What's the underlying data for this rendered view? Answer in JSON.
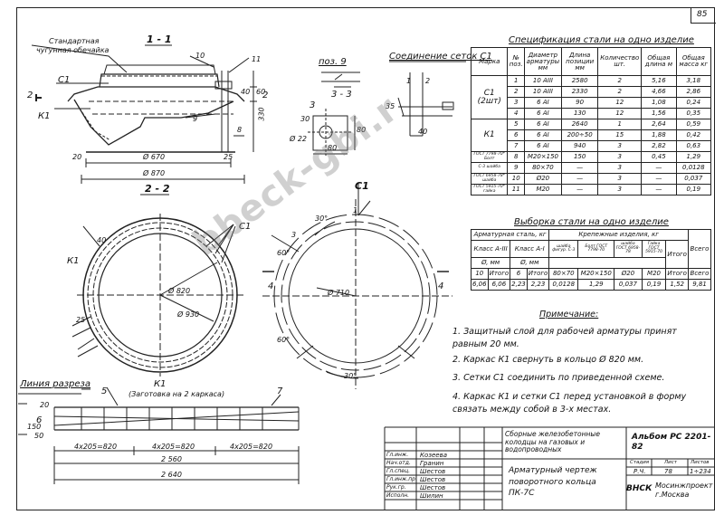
{
  "page_number": "85",
  "views": {
    "section_1_1": "1 - 1",
    "section_2_2": "2 - 2",
    "view_c1": "С1",
    "view_k1": "К1",
    "k1_note": "(Заготовка на 2 каркаса)",
    "pos9": "поз. 9",
    "sec_33": "3 - 3",
    "weld_title": "Соединение сеток С1",
    "cut_line": "Линия разреза",
    "label_standard": "Стандартная",
    "label_shell": "чугунная обечайка"
  },
  "dims": {
    "d670": "Ø 670",
    "d870": "Ø 870",
    "d820": "Ø 820",
    "d930": "Ø 930",
    "d710": "Ø 710",
    "d22": "Ø 22",
    "len1": "4х205=820",
    "len2": "4х205=820",
    "len3": "4х205=820",
    "total_2560": "2 560",
    "total_2640": "2 640",
    "d80": "80",
    "d40": "40",
    "d60": "60",
    "d20": "20",
    "d25": "25",
    "d30": "30",
    "d35": "35",
    "d330": "330",
    "d150": "150",
    "d50": "50",
    "d60b": "60°",
    "d30b": "30°"
  },
  "positions": [
    "1",
    "2",
    "3",
    "4",
    "5",
    "6",
    "7",
    "8",
    "9",
    "10",
    "11"
  ],
  "spec": {
    "title": "Спецификация стали на одно изделие",
    "headers": [
      "Марка",
      "№ поз.",
      "Диаметр арматуры мм",
      "Длина позиции мм",
      "Количество шт.",
      "Общая длина м",
      "Общая масса кг"
    ],
    "groups": [
      {
        "mark": "С1 (2шт)",
        "rows": [
          [
            "1",
            "10 АIII",
            "2580",
            "2",
            "5,16",
            "3,18"
          ],
          [
            "2",
            "10 АIII",
            "2330",
            "2",
            "4,66",
            "2,86"
          ],
          [
            "3",
            "6 АI",
            "90",
            "12",
            "1,08",
            "0,24"
          ],
          [
            "4",
            "6 АI",
            "130",
            "12",
            "1,56",
            "0,35"
          ]
        ]
      },
      {
        "mark": "К1",
        "rows": [
          [
            "5",
            "6 АI",
            "2640",
            "1",
            "2,64",
            "0,59"
          ],
          [
            "6",
            "6 АI",
            "200÷50",
            "15",
            "1,88",
            "0,42"
          ],
          [
            "7",
            "6 АI",
            "940",
            "3",
            "2,82",
            "0,63"
          ]
        ]
      },
      {
        "mark": "",
        "rows": [
          [
            "8",
            "М20×150",
            "150",
            "3",
            "0,45",
            "1,29"
          ],
          [
            "9",
            "80×70",
            "—",
            "3",
            "—",
            "0,0128"
          ],
          [
            "10",
            "Ø20",
            "—",
            "3",
            "—",
            "0,037"
          ],
          [
            "11",
            "М20",
            "—",
            "3",
            "—",
            "0,19"
          ]
        ]
      }
    ],
    "side_marks": [
      "ГОСТ 7798-70* Болт",
      "С-3 шайба",
      "ГОСТ 6958-78* шайба",
      "ГОСТ 5915-70* гайка"
    ]
  },
  "sel": {
    "title": "Выборка стали на одно изделие",
    "h_rebar": "Арматурная сталь, кг",
    "h_fix": "Крепежные изделия, кг",
    "cls3": "Класс А-III",
    "cls1": "Класс А-I",
    "col_labels": [
      "шайба фигур. С-3",
      "Болт ГОСТ 7798-70",
      "шайба ГОСТ 6958-78",
      "Гайка ГОСТ 5915-70"
    ],
    "row_d_label": "Ø, мм",
    "row_d": [
      "10",
      "Итого",
      "6",
      "Итого",
      "80×70",
      "М20×150",
      "Ø20",
      "М20",
      "Итого",
      "Всего"
    ],
    "row_v": [
      "6,06",
      "6,06",
      "2,23",
      "2,23",
      "0,0128",
      "1,29",
      "0,037",
      "0,19",
      "1,52",
      "9,81"
    ]
  },
  "notes": {
    "title": "Примечание:",
    "items": [
      "1. Защитный слой для рабочей арматуры принят равным 20 мм.",
      "2. Каркас К1 свернуть в кольцо Ø 820 мм.",
      "3. Сетки С1 соединить по приведенной схеме.",
      "4. Каркас К1 и сетки С1 перед установкой в форму связать между собой в 3-х местах."
    ]
  },
  "title_block": {
    "album": "Альбом РС 2201-82",
    "main_title": "Сборные железобетонные колодцы на газовых и водопроводных",
    "part": "Арматурный чертеж поворотного кольца ПК-7С",
    "stage_h": "Стадия",
    "sheet_h": "Лист",
    "sheets_h": "Листов",
    "stage": "Р.Ч.",
    "sheet": "78",
    "sheets": "1÷234",
    "org": "Мосинжпроект г.Москва",
    "roles": [
      "Гл.инж.",
      "Нач.отд.",
      "Гл.спец.",
      "Гл.инж.пр.",
      "Рук.гр.",
      "Исполн."
    ],
    "names": [
      "Козеева",
      "Гранин",
      "Шестов",
      "Шестов",
      "Шестов",
      "Шилин"
    ],
    "logo": "ВНСК"
  },
  "watermark": "bbeck-gbi.r"
}
